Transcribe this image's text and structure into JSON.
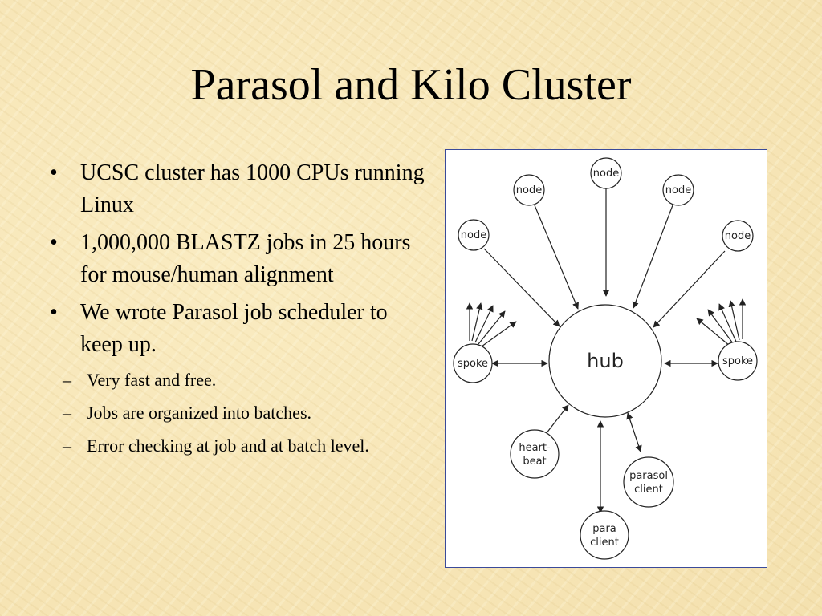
{
  "title": "Parasol and Kilo Cluster",
  "bullets": [
    "UCSC cluster has 1000 CPUs running Linux",
    "1,000,000 BLASTZ jobs in 25 hours for mouse/human alignment",
    "We wrote Parasol job scheduler to keep up."
  ],
  "sub_bullets": [
    "Very fast and free.",
    "Jobs are organized into batches.",
    "Error checking at job and at batch level."
  ],
  "diagram": {
    "hub": "hub",
    "nodes": [
      "node",
      "node",
      "node",
      "node",
      "node"
    ],
    "spokes": [
      "spoke",
      "spoke"
    ],
    "heartbeat": [
      "heart-",
      "beat"
    ],
    "parasol_client": [
      "parasol",
      "client"
    ],
    "para_client": [
      "para",
      "client"
    ]
  }
}
